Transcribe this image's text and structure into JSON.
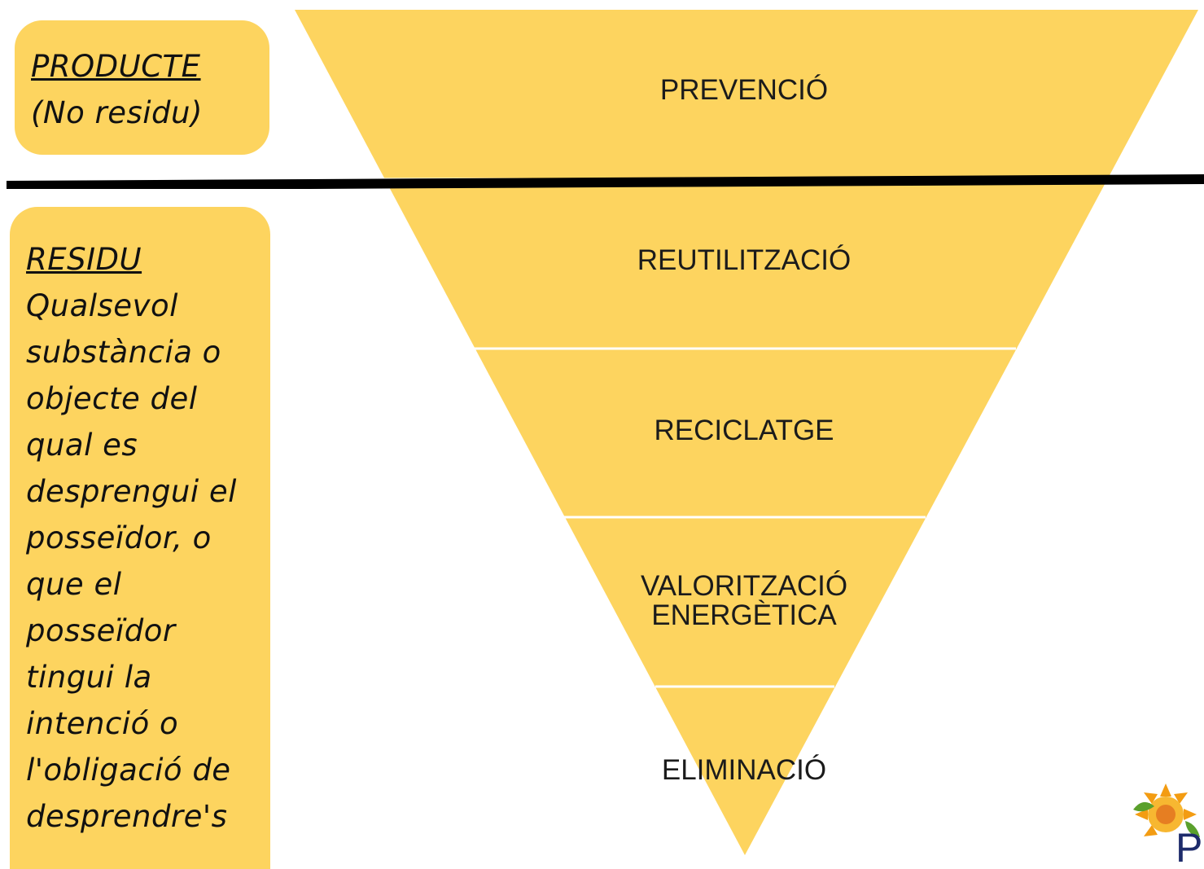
{
  "product_box": {
    "title": "PRODUCTE",
    "subtitle": "(No residu)"
  },
  "residue_box": {
    "title": "RESIDU",
    "definition": "Qualsevol\nsubstància o\nobjecte del\nqual es\ndesprengui el\nposseïdor, o\nque el\nposseïdor\ntingui la\nintenció o\nl'obligació de\ndesprendre's"
  },
  "pyramid": {
    "levels": [
      {
        "label": "PREVENCIÓ"
      },
      {
        "label": "REUTILITZACIÓ"
      },
      {
        "label": "RECICLATGE"
      },
      {
        "label": "VALORITZACIÓ\nENERGÈTICA"
      },
      {
        "label": "ELIMINACIÓ"
      }
    ]
  },
  "colors": {
    "fill": "#fdd45f",
    "line": "#000000",
    "separator": "#ffffff"
  },
  "logo": {
    "icon": "sun-leaf-logo-icon",
    "partial_text": "P"
  }
}
